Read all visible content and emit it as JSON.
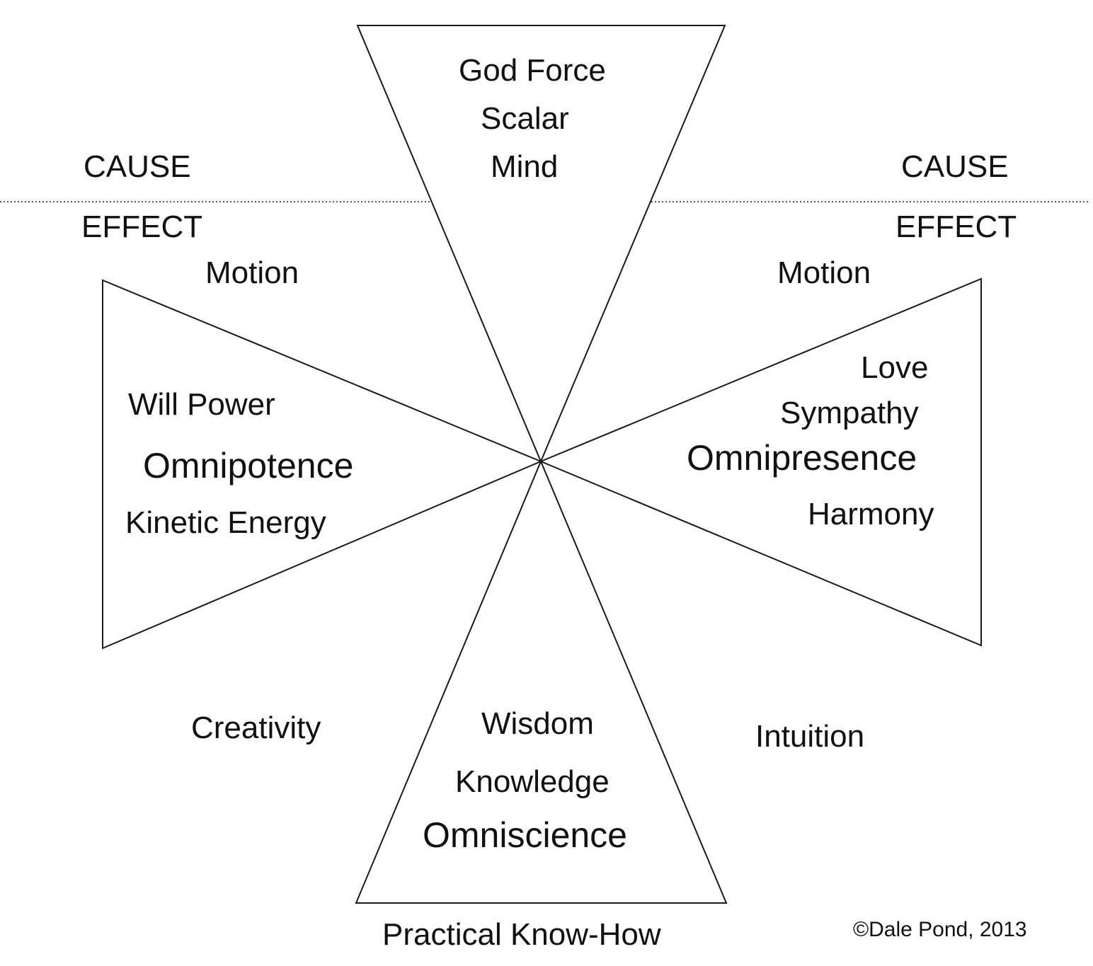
{
  "labels": {
    "top": {
      "god_force": "God Force",
      "scalar": "Scalar",
      "mind": "Mind"
    },
    "left_cause": "CAUSE",
    "right_cause": "CAUSE",
    "left_effect": "EFFECT",
    "right_effect": "EFFECT",
    "left_motion": "Motion",
    "right_motion": "Motion",
    "left": {
      "will_power": "Will Power",
      "omnipotence": "Omnipotence",
      "kinetic_energy": "Kinetic Energy"
    },
    "right": {
      "love": "Love",
      "sympathy": "Sympathy",
      "omnipresence": "Omnipresence",
      "harmony": "Harmony"
    },
    "creativity": "Creativity",
    "intuition": "Intuition",
    "bottom": {
      "wisdom": "Wisdom",
      "knowledge": "Knowledge",
      "omniscience": "Omniscience"
    },
    "practical": "Practical Know-How",
    "copyright": "©Dale Pond, 2013"
  }
}
